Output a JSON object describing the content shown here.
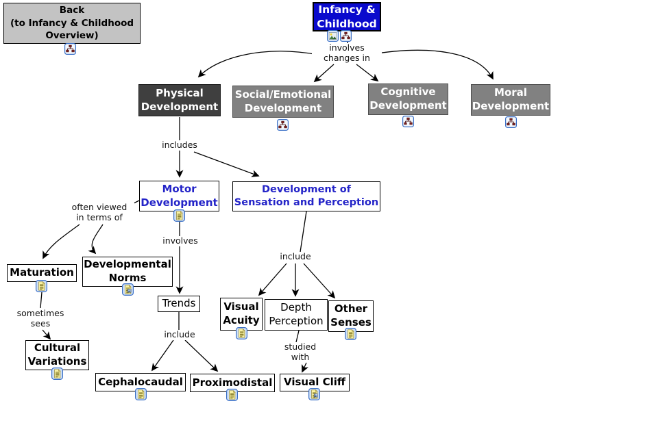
{
  "map": {
    "nodes": {
      "back": "Back\n(to Infancy & Childhood\nOverview)",
      "infancy_childhood": "Infancy &\nChildhood",
      "physical_development": "Physical\nDevelopment",
      "social_emotional_development": "Social/Emotional\nDevelopment",
      "cognitive_development": "Cognitive\nDevelopment",
      "moral_development": "Moral\nDevelopment",
      "motor_development": "Motor\nDevelopment",
      "sensation_perception": "Development of\nSensation and Perception",
      "maturation": "Maturation",
      "developmental_norms": "Developmental\nNorms",
      "trends": "Trends",
      "cultural_variations": "Cultural\nVariations",
      "cephalocaudal": "Cephalocaudal",
      "proximodistal": "Proximodistal",
      "visual_acuity": "Visual\nAcuity",
      "depth_perception": "Depth\nPerception",
      "other_senses": "Other\nSenses",
      "visual_cliff": "Visual Cliff"
    },
    "phrases": {
      "involves_changes_in": "involves\nchanges in",
      "includes": "includes",
      "often_viewed": "often viewed\nin terms of",
      "involves": "involves",
      "include_motor": "include",
      "include_senses": "include",
      "sometimes_sees": "sometimes\nsees",
      "studied_with": "studied\nwith"
    },
    "icon_names": [
      "sitemap-icon",
      "image-icon",
      "document-icon",
      "document-image-icon"
    ],
    "colors": {
      "root_node_bg": "#0a0acd",
      "dark_node_bg": "#3f3f3f",
      "gray_node_bg": "#818181",
      "back_node_bg": "#c3c3c3",
      "blue_node_text": "#2424c8",
      "connector": "#000000",
      "icon_border_blue": "#3a6fc6",
      "document_page_yellow": "#faf3a4"
    }
  }
}
